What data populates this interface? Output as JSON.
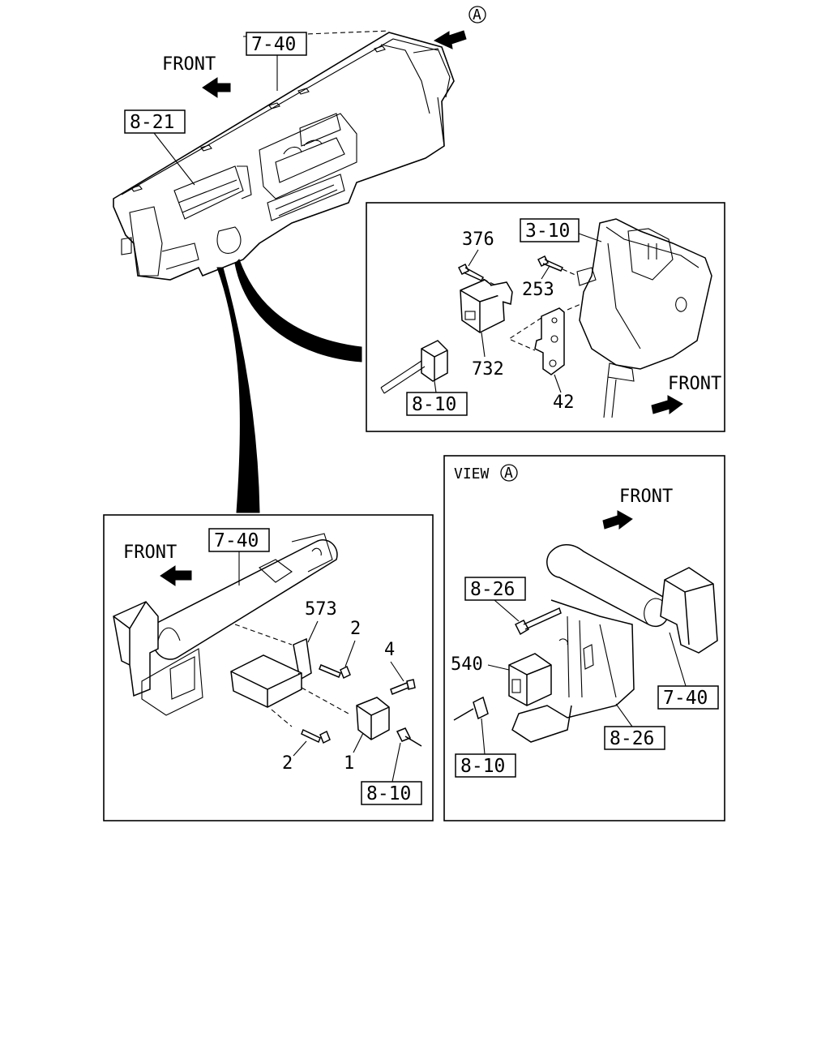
{
  "main_view": {
    "front": "FRONT",
    "view_marker": "A",
    "ref_7_40": "7-40",
    "ref_8_21": "8-21"
  },
  "detail_upper": {
    "ref_3_10": "3-10",
    "part_376": "376",
    "part_253": "253",
    "part_732": "732",
    "part_42": "42",
    "ref_8_10": "8-10",
    "front": "FRONT"
  },
  "detail_lower_left": {
    "front": "FRONT",
    "ref_7_40": "7-40",
    "part_573": "573",
    "part_2_top": "2",
    "part_4": "4",
    "part_2_bottom": "2",
    "part_1": "1",
    "ref_8_10": "8-10"
  },
  "detail_lower_right": {
    "view_title": "VIEW",
    "view_marker": "A",
    "front": "FRONT",
    "ref_8_26_top": "8-26",
    "part_540": "540",
    "ref_7_40": "7-40",
    "ref_8_26_bottom": "8-26",
    "ref_8_10": "8-10"
  }
}
